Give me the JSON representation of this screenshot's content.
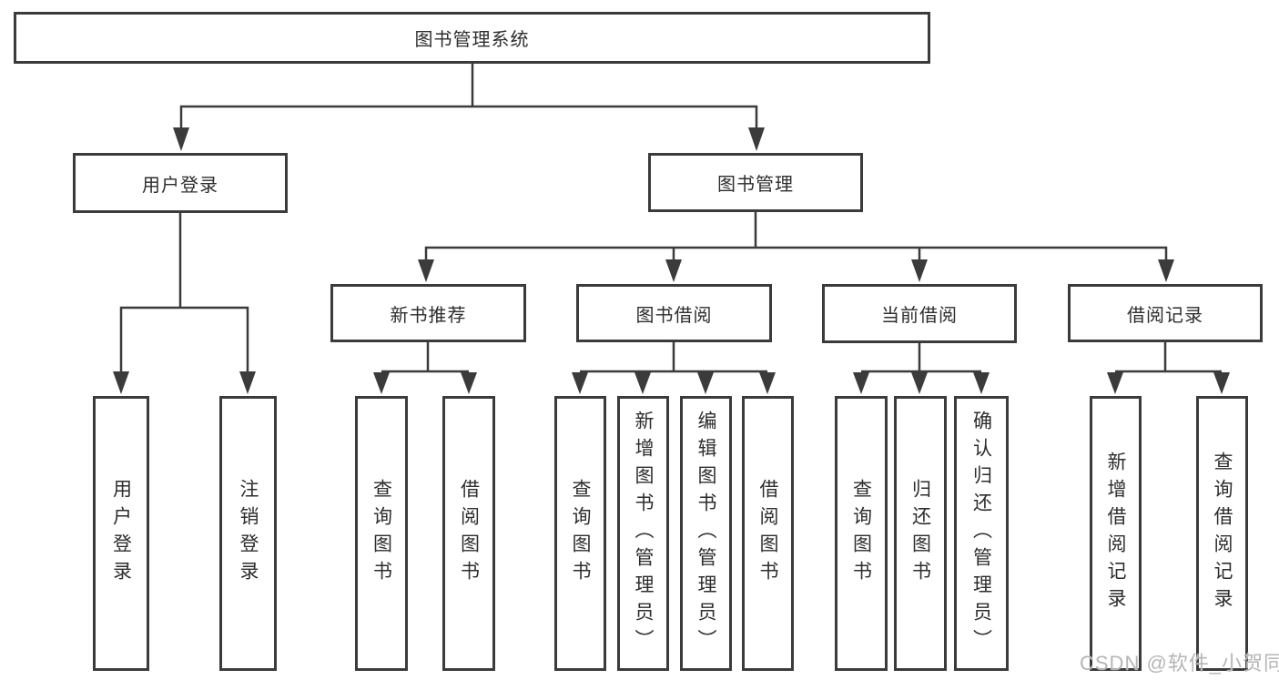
{
  "diagram": {
    "root": {
      "label": "图书管理系统"
    },
    "branches": [
      {
        "label": "用户登录",
        "children": [
          {
            "label": "用户登录"
          },
          {
            "label": "注销登录"
          }
        ]
      },
      {
        "label": "图书管理",
        "children": [
          {
            "label": "新书推荐",
            "children": [
              {
                "label": "查询图书"
              },
              {
                "label": "借阅图书"
              }
            ]
          },
          {
            "label": "图书借阅",
            "children": [
              {
                "label": "查询图书"
              },
              {
                "label": "新增图书（管理员）"
              },
              {
                "label": "编辑图书（管理员）"
              },
              {
                "label": "借阅图书"
              }
            ]
          },
          {
            "label": "当前借阅",
            "children": [
              {
                "label": "查询图书"
              },
              {
                "label": "归还图书"
              },
              {
                "label": "确认归还（管理员）"
              }
            ]
          },
          {
            "label": "借阅记录",
            "children": [
              {
                "label": "新增借阅记录"
              },
              {
                "label": "查询借阅记录"
              }
            ]
          }
        ]
      }
    ]
  },
  "watermark": {
    "text": "CSDN @软件_小贺同学"
  },
  "colors": {
    "line": "#3b3b3b",
    "text": "#2d2d2d",
    "box_background": "#ffffff",
    "page_background": "#ffffff",
    "watermark": "#b5b5b5"
  }
}
